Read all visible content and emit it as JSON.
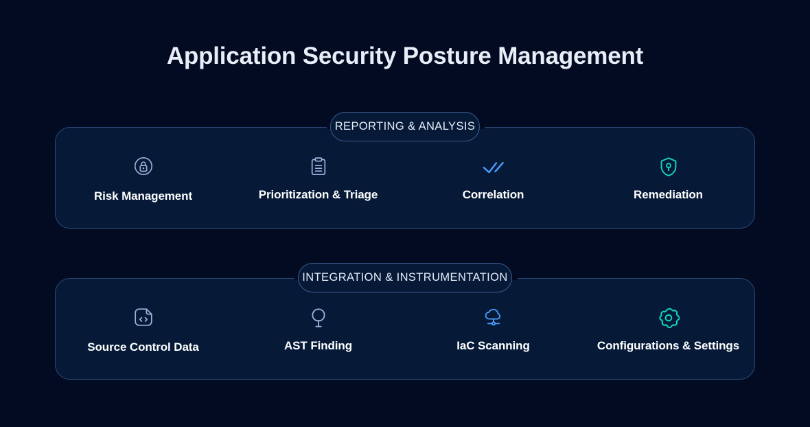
{
  "page": {
    "title": "Application Security Posture Management",
    "background_color": "#020b21",
    "panel_color": "#061a38",
    "panel_border_color": "#2b4a78",
    "title_color": "#e8edf8"
  },
  "sections": [
    {
      "id": "reporting",
      "pill_label": "REPORTING & ANALYSIS",
      "cards": [
        {
          "label": "Risk Management",
          "icon": "lock-circle-icon",
          "icon_color": "#9db4dd"
        },
        {
          "label": "Prioritization & Triage",
          "icon": "clipboard-icon",
          "icon_color": "#9db4dd"
        },
        {
          "label": "Correlation",
          "icon": "double-check-icon",
          "icon_color": "#4a9eff"
        },
        {
          "label": "Remediation",
          "icon": "shield-key-icon",
          "icon_color": "#0fd9c0"
        }
      ]
    },
    {
      "id": "integration",
      "pill_label": "INTEGRATION & INSTRUMENTATION",
      "cards": [
        {
          "label": "Source Control Data",
          "icon": "code-file-icon",
          "icon_color": "#9db4dd"
        },
        {
          "label": "AST Finding",
          "icon": "tree-icon",
          "icon_color": "#9db4dd"
        },
        {
          "label": "IaC Scanning",
          "icon": "cloud-network-icon",
          "icon_color": "#4a9eff"
        },
        {
          "label": "Configurations & Settings",
          "icon": "gear-icon",
          "icon_color": "#0fd9c0"
        }
      ]
    }
  ]
}
